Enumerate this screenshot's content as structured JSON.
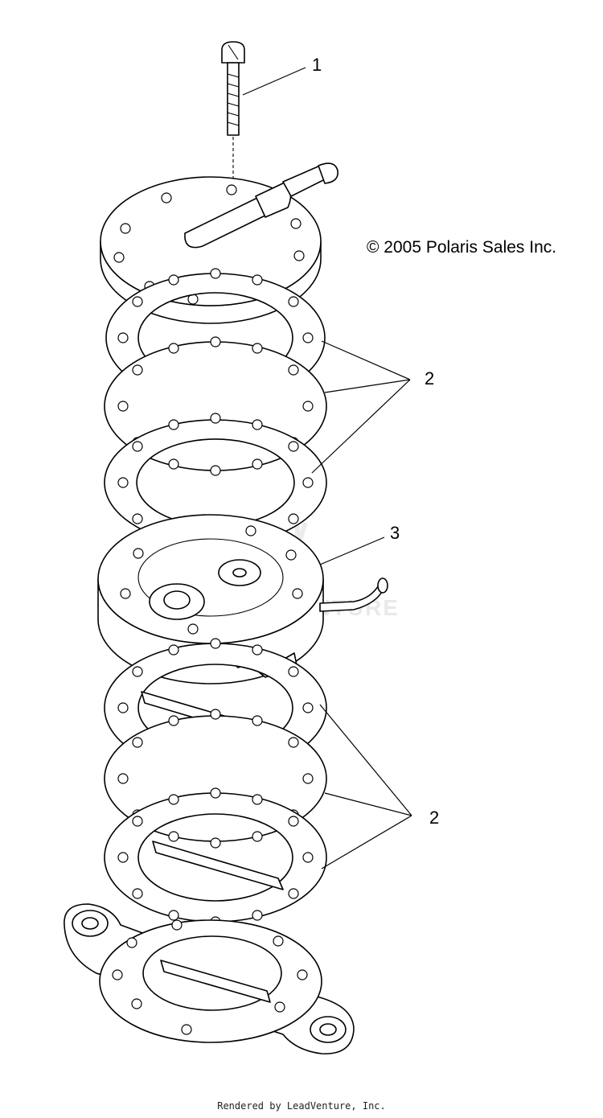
{
  "copyright": "© 2005 Polaris Sales Inc.",
  "watermark_text": "LEADVENTURE",
  "footer": "Rendered by LeadVenture, Inc.",
  "callouts": [
    {
      "id": "1",
      "part": "screw"
    },
    {
      "id": "2",
      "part": "gasket-diaphragm-set-upper"
    },
    {
      "id": "3",
      "part": "pump-body"
    },
    {
      "id": "2",
      "part": "gasket-diaphragm-set-lower"
    }
  ]
}
